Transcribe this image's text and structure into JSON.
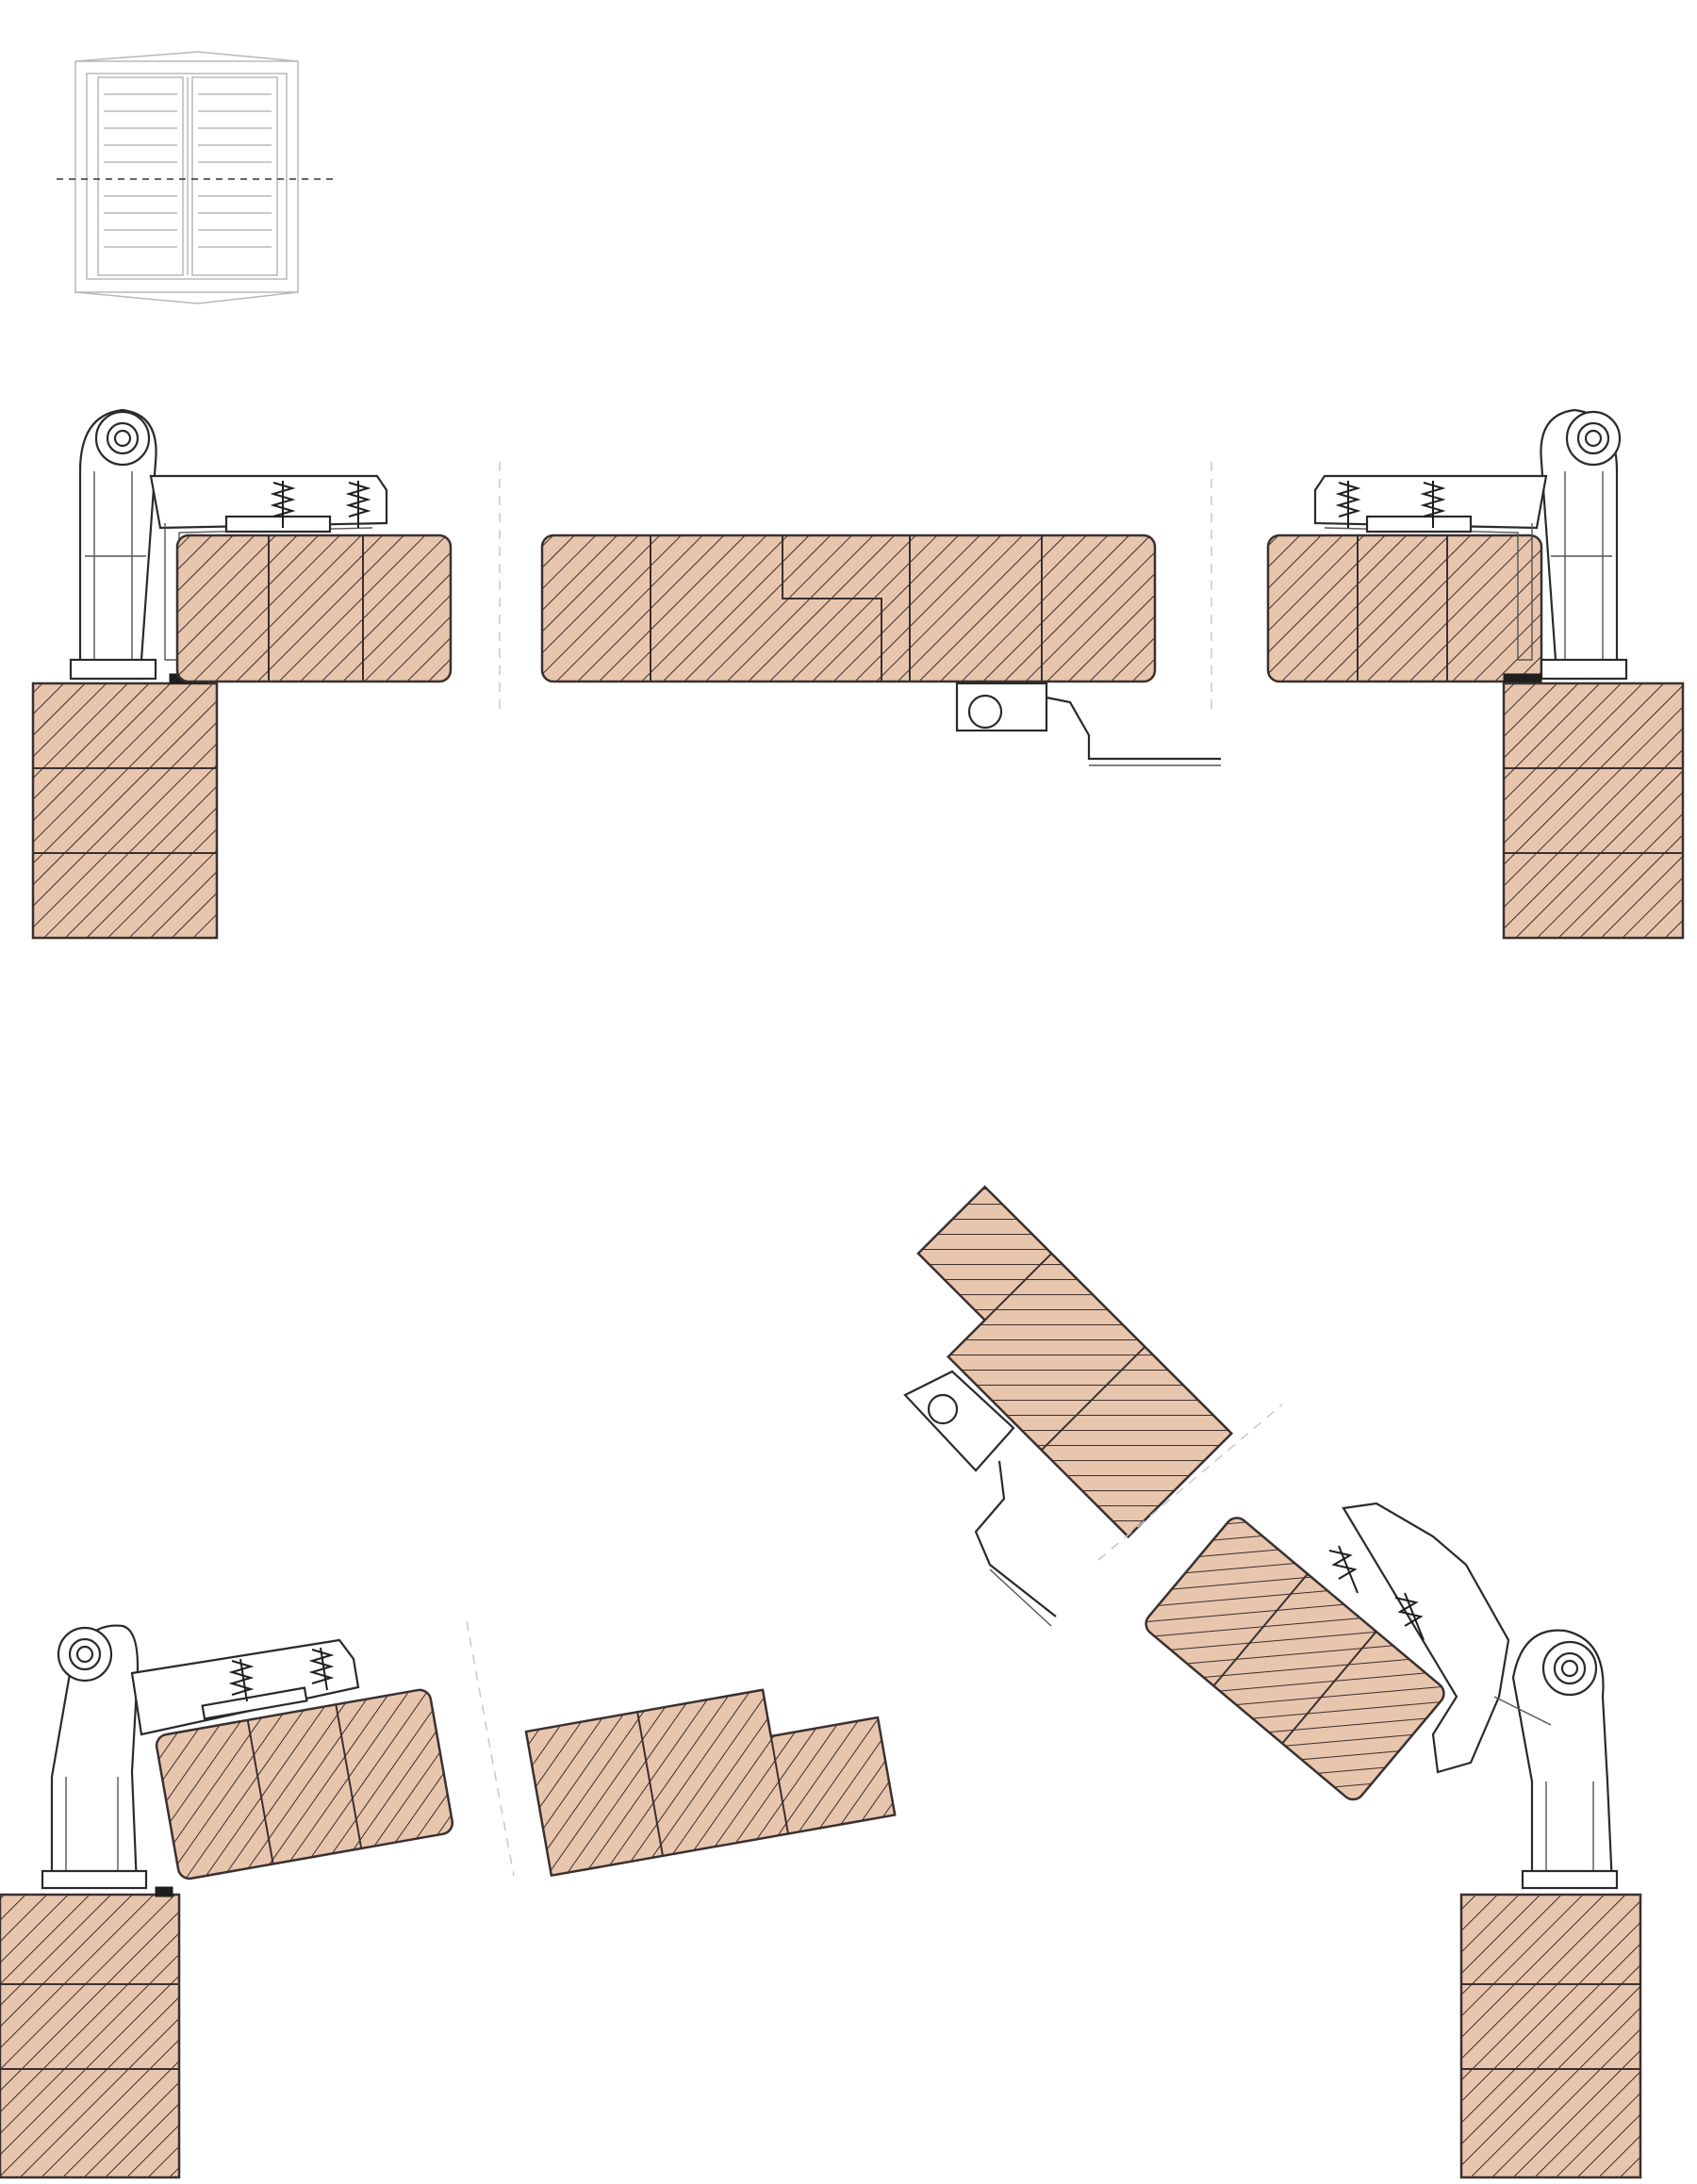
{
  "diagram": {
    "colors": {
      "wood_fill": "#e8c6ae",
      "wood_hatch": "#3a2c2c",
      "hardware_line": "#2a2a2a",
      "ghost_line": "#c0c0c0",
      "background": "#ffffff"
    },
    "views": [
      "elevation-thumbnail",
      "section-closed",
      "section-opening-left",
      "section-opening-right"
    ]
  }
}
